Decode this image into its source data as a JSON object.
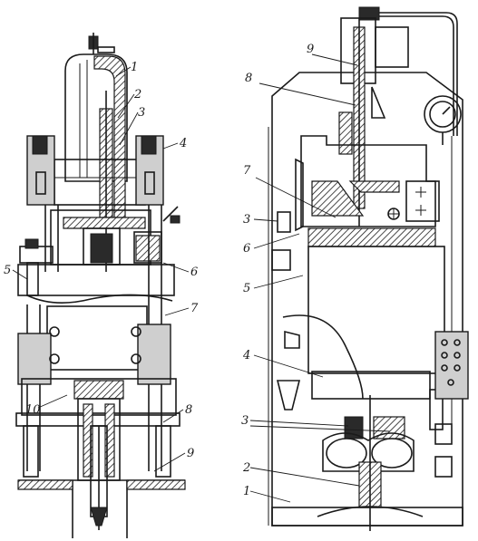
{
  "figure": {
    "left_view": {
      "callouts": [
        {
          "id": "l1",
          "text": "1"
        },
        {
          "id": "l2",
          "text": "2"
        },
        {
          "id": "l3",
          "text": "3"
        },
        {
          "id": "l4",
          "text": "4"
        },
        {
          "id": "l5",
          "text": "5"
        },
        {
          "id": "l6",
          "text": "6"
        },
        {
          "id": "l7",
          "text": "7"
        },
        {
          "id": "l8",
          "text": "8"
        },
        {
          "id": "l9",
          "text": "9"
        },
        {
          "id": "l10",
          "text": "10"
        }
      ]
    },
    "right_view": {
      "callouts": [
        {
          "id": "r1",
          "text": "1"
        },
        {
          "id": "r2",
          "text": "2"
        },
        {
          "id": "r3a",
          "text": "3"
        },
        {
          "id": "r3b",
          "text": "3"
        },
        {
          "id": "r4",
          "text": "4"
        },
        {
          "id": "r5",
          "text": "5"
        },
        {
          "id": "r6",
          "text": "6"
        },
        {
          "id": "r7",
          "text": "7"
        },
        {
          "id": "r8",
          "text": "8"
        },
        {
          "id": "r9",
          "text": "9"
        }
      ]
    }
  },
  "colors": {
    "ink": "#1a1a1a",
    "paper": "#ffffff",
    "shade": "#cfcfcf"
  }
}
